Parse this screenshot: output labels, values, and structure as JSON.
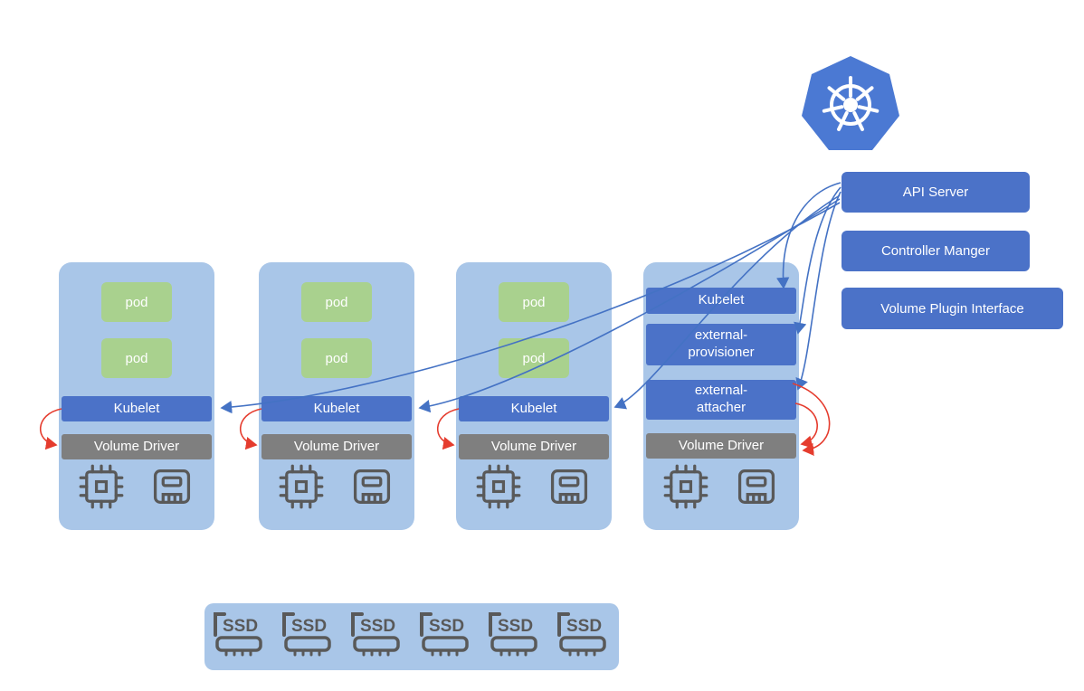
{
  "control_plane": {
    "api_server_label": "API Server",
    "controller_manager_label": "Controller Manger",
    "volume_plugin_interface_label": "Volume Plugin Interface"
  },
  "nodes": [
    {
      "pod1": "pod",
      "pod2": "pod",
      "kubelet_label": "Kubelet",
      "volume_driver_label": "Volume Driver"
    },
    {
      "pod1": "pod",
      "pod2": "pod",
      "kubelet_label": "Kubelet",
      "volume_driver_label": "Volume Driver"
    },
    {
      "pod1": "pod",
      "pod2": "pod",
      "kubelet_label": "Kubelet",
      "volume_driver_label": "Volume Driver"
    },
    {
      "kubelet_label": "Kubelet",
      "external_provisioner_label": "external-provisioner",
      "external_attacher_label": "external-attacher",
      "volume_driver_label": "Volume Driver"
    }
  ],
  "storage": {
    "ssd_labels": [
      "SSD",
      "SSD",
      "SSD",
      "SSD",
      "SSD",
      "SSD"
    ]
  },
  "colors": {
    "node_bg": "#a9c6e8",
    "pod_bg": "#a9d18e",
    "kubelet_bg": "#4b72c8",
    "volume_driver_bg": "#7f7f7f",
    "control_plane_bg": "#4b72c8",
    "kubernetes_blue": "#4b79d3",
    "arrow_blue": "#4472c4",
    "arrow_red": "#e53c2e",
    "icon_stroke": "#595959"
  }
}
